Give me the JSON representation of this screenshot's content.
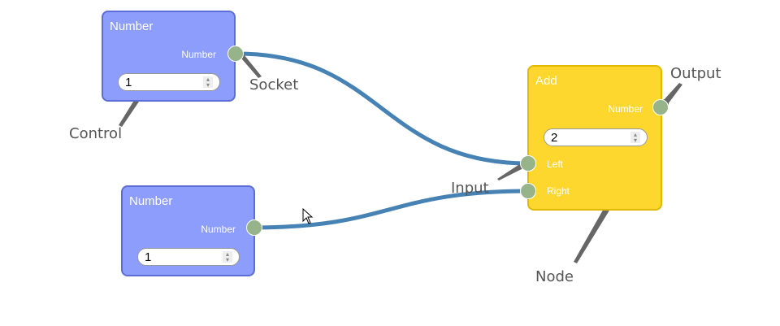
{
  "nodes": {
    "number1": {
      "title": "Number",
      "output_label": "Number",
      "value": "1"
    },
    "number2": {
      "title": "Number",
      "output_label": "Number",
      "value": "1"
    },
    "add": {
      "title": "Add",
      "output_label": "Number",
      "value": "2",
      "inputs": [
        "Left",
        "Right"
      ]
    }
  },
  "annotations": {
    "socket": "Socket",
    "control": "Control",
    "output": "Output",
    "input": "Input",
    "node": "Node"
  },
  "colors": {
    "connection": "#4682b4",
    "socket": "#96b38a",
    "number_node": "#8c9dfc",
    "add_node": "#fdd72e"
  }
}
